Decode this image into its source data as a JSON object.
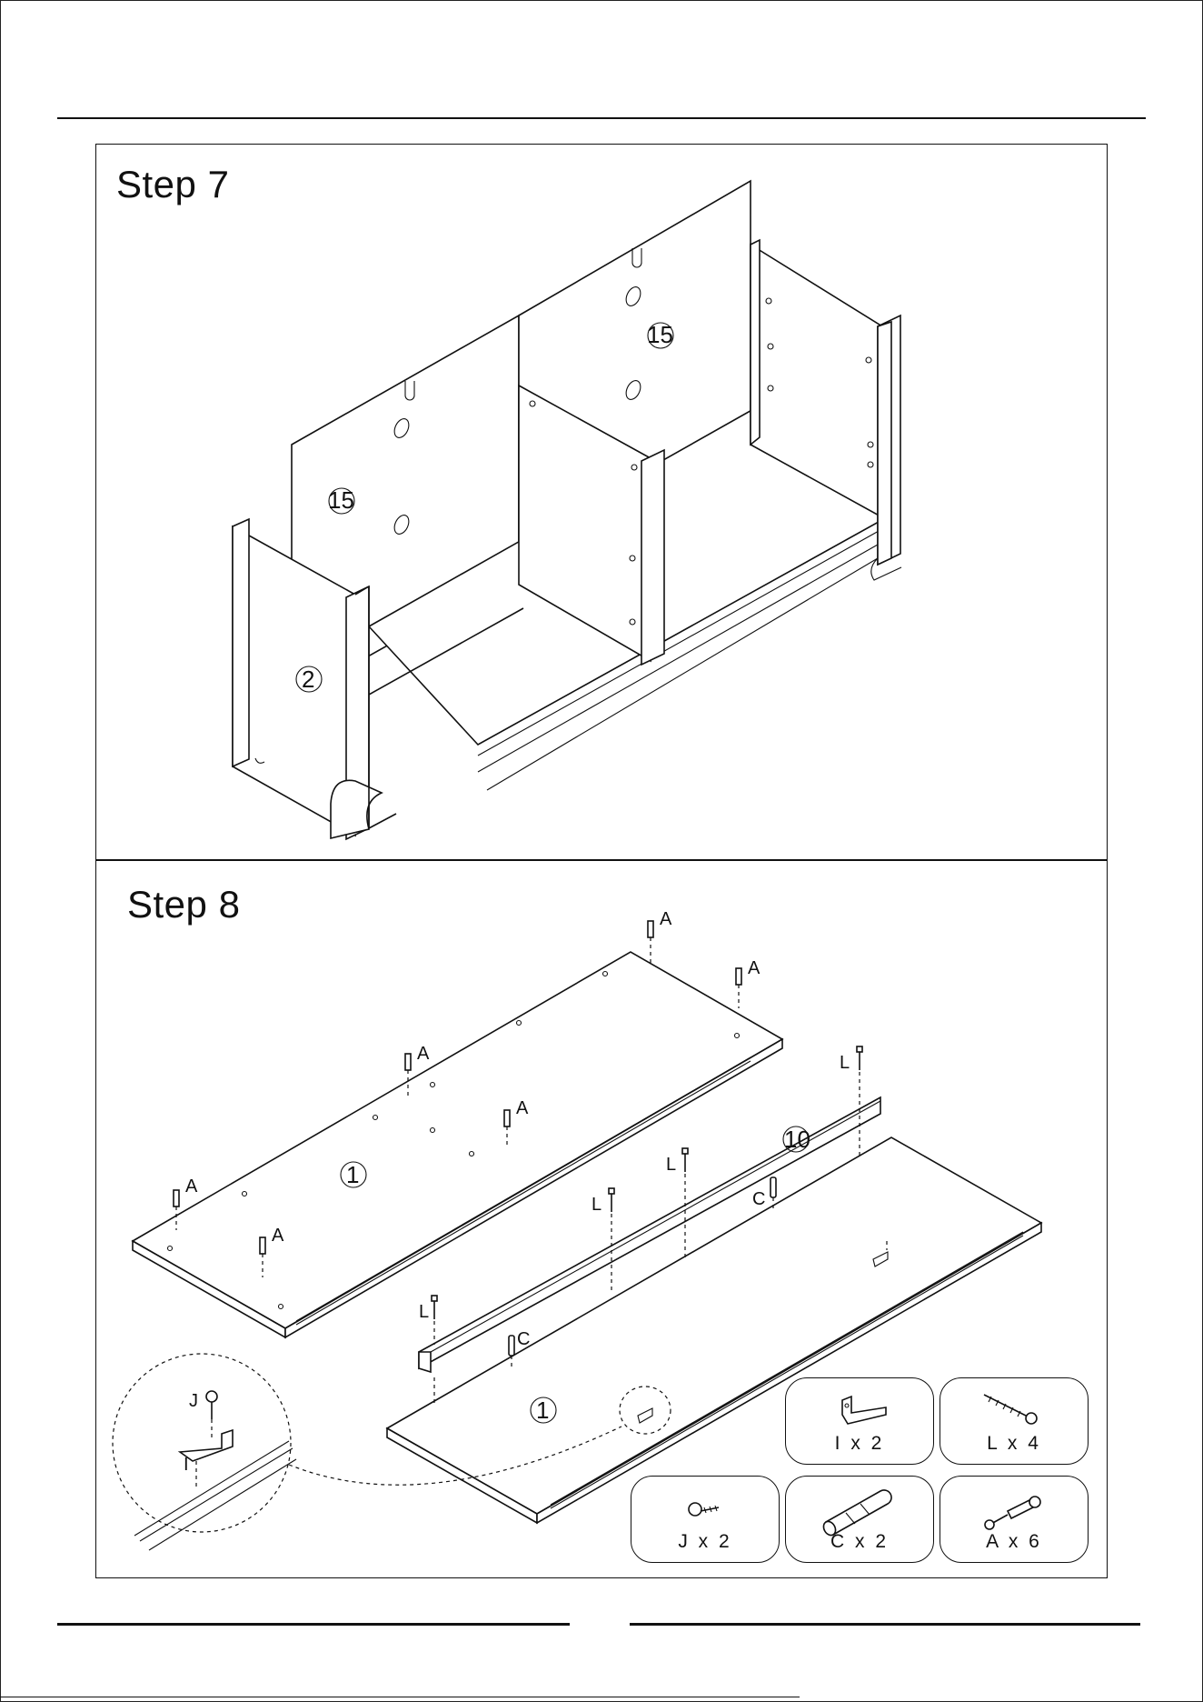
{
  "steps": [
    {
      "title": "Step 7",
      "parts": [
        "15",
        "15",
        "2"
      ]
    },
    {
      "title": "Step 8",
      "parts": [
        "1",
        "1",
        "10"
      ]
    }
  ],
  "hardware_labels": {
    "A": "A",
    "L": "L",
    "C": "C",
    "J": "J",
    "I": "I"
  },
  "hardware": [
    {
      "id": "I",
      "qty_label": "I x 2",
      "icon": "l-bracket-icon"
    },
    {
      "id": "L",
      "qty_label": "L x 4",
      "icon": "wood-screw-icon"
    },
    {
      "id": "J",
      "qty_label": "J x 2",
      "icon": "short-screw-icon"
    },
    {
      "id": "C",
      "qty_label": "C x 2",
      "icon": "wood-dowel-icon"
    },
    {
      "id": "A",
      "qty_label": "A x 6",
      "icon": "cam-bolt-icon"
    }
  ],
  "colors": {
    "ink": "#111111",
    "paper": "#ffffff"
  }
}
